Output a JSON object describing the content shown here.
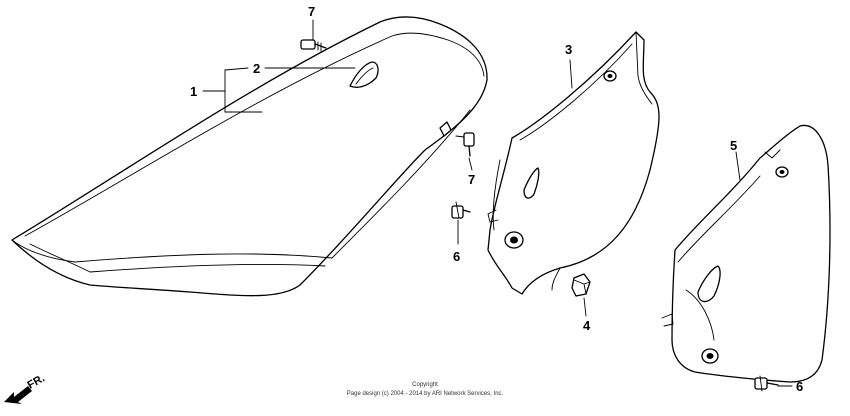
{
  "callouts": {
    "c1": "1",
    "c2": "2",
    "c3": "3",
    "c4": "4",
    "c5": "5",
    "c6a": "6",
    "c6b": "6",
    "c7a": "7",
    "c7b": "7"
  },
  "direction_label": "FR.",
  "copyright": {
    "line1": "Copyright",
    "line2": "Page design (c) 2004 - 2014 by ARI Network Services, Inc."
  },
  "icons": [
    "direction-arrow-icon"
  ]
}
